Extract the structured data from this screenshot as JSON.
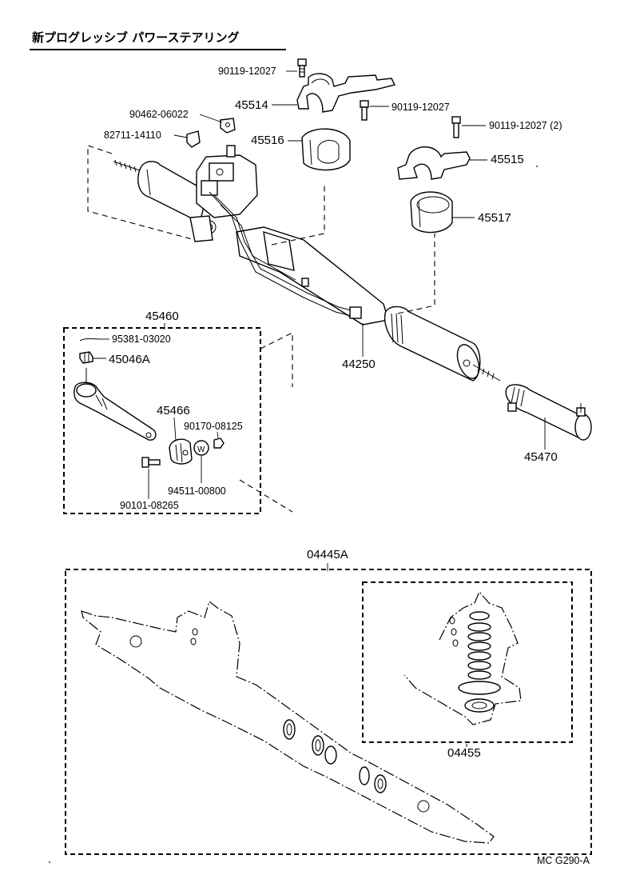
{
  "title": "新プログレッシブ パワーステアリング",
  "labels": {
    "p90119_a": "90119-12027",
    "p45514": "45514",
    "p90119_b": "90119-12027",
    "p90462": "90462-06022",
    "p82711": "82711-14110",
    "p90119_c": "90119-12027 (2)",
    "p45516": "45516",
    "p45515": "45515",
    "p45517": "45517",
    "p45460": "45460",
    "p95381": "95381-03020",
    "p45046a": "45046A",
    "p45466": "45466",
    "p90170": "90170-08125",
    "p94511": "94511-00800",
    "p90101": "90101-08265",
    "p44250": "44250",
    "p45470": "45470",
    "p04445a": "04445A",
    "p04455": "04455",
    "washer_mark": "W",
    "footer": "MC  G290-A"
  },
  "icons": [
    "bolt-icon",
    "clamp-bracket-icon",
    "rubber-bushing-icon",
    "tie-rod-end-icon",
    "rack-boot-icon",
    "washer-icon",
    "nut-icon",
    "cotter-pin-icon"
  ]
}
